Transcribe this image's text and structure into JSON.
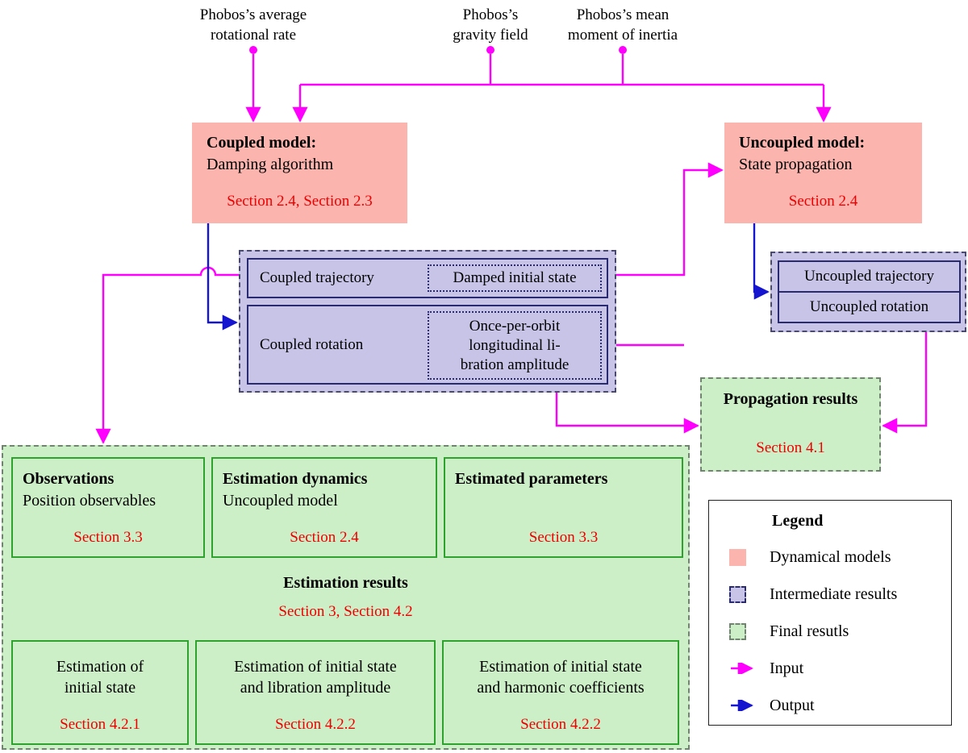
{
  "colors": {
    "dynamical_model_fill": "#FBB4AE",
    "intermediate_fill": "#C7C4E8",
    "final_fill": "#CDEFC7",
    "section_text": "#EF0000",
    "input_arrow": "#FF00FF",
    "output_arrow": "#1515D0"
  },
  "inputs": {
    "rotational_rate": "Phobos’s average\nrotational rate",
    "gravity_field": "Phobos’s\ngravity field",
    "moment_of_inertia": "Phobos’s mean\nmoment of inertia"
  },
  "coupled": {
    "title": "Coupled model:",
    "subtitle": "Damping algorithm",
    "sections": "Section 2.4, Section 2.3"
  },
  "uncoupled": {
    "title": "Uncoupled model:",
    "subtitle": "State propagation",
    "section": "Section 2.4"
  },
  "intermediate": {
    "coupled_trajectory": "Coupled trajectory",
    "damped_initial_state": "Damped initial state",
    "coupled_rotation": "Coupled rotation",
    "libration": "Once-per-orbit\nlongitudinal li-\nbration amplitude"
  },
  "uncoupled_results": {
    "trajectory": "Uncoupled trajectory",
    "rotation": "Uncoupled rotation"
  },
  "propagation": {
    "title": "Propagation results",
    "section": "Section 4.1"
  },
  "estimation": {
    "observations": {
      "title": "Observations",
      "subtitle": "Position observables",
      "section": "Section 3.3"
    },
    "dynamics": {
      "title": "Estimation dynamics",
      "subtitle": "Uncoupled model",
      "section": "Section 2.4"
    },
    "parameters": {
      "title": "Estimated parameters",
      "section": "Section 3.3"
    },
    "results_title": "Estimation results",
    "results_sections": "Section 3, Section 4.2",
    "est_initial": {
      "label": "Estimation of\ninitial state",
      "section": "Section 4.2.1"
    },
    "est_libration": {
      "label": "Estimation of initial state\nand libration amplitude",
      "section": "Section 4.2.2"
    },
    "est_harmonic": {
      "label": "Estimation of initial state\nand harmonic coefficients",
      "section": "Section 4.2.2"
    }
  },
  "legend": {
    "title": "Legend",
    "items": [
      {
        "label": "Dynamical models",
        "swatch": "dynamical-models"
      },
      {
        "label": "Intermediate results",
        "swatch": "intermediate-results"
      },
      {
        "label": "Final resutls",
        "swatch": "final-results"
      },
      {
        "label": "Input",
        "swatch": "input-arrow"
      },
      {
        "label": "Output",
        "swatch": "output-arrow"
      }
    ]
  }
}
